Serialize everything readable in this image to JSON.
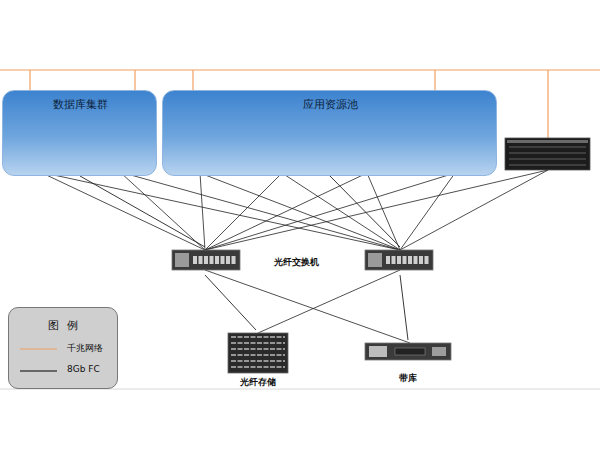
{
  "diagram": {
    "nodes": [
      {
        "text": [
          "数据库集群"
        ]
      },
      {
        "text": [
          "应用资源池"
        ]
      },
      {
        "text": [
          "光纤交换机"
        ]
      },
      {
        "text": [
          "光纤存储"
        ]
      },
      {
        "text": [
          "带库"
        ]
      }
    ],
    "edges": [
      {
        "from": 0,
        "to": 2,
        "arrow": "none"
      },
      {
        "from": 1,
        "to": 2,
        "arrow": "none"
      },
      {
        "from": 2,
        "to": 3,
        "arrow": "none"
      },
      {
        "from": 2,
        "to": 4,
        "arrow": "none"
      }
    ],
    "labels": [
      "图例"
    ],
    "legend": [
      {
        "text": "千兆网络"
      },
      {
        "text": "8Gb FC"
      }
    ]
  }
}
